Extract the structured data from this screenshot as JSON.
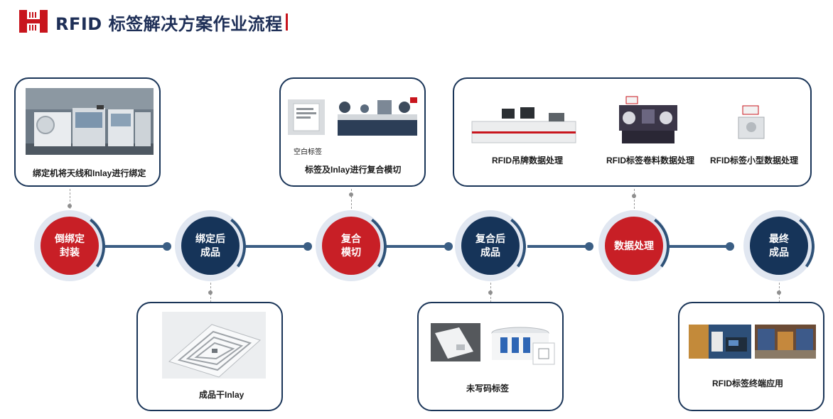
{
  "header": {
    "title": "RFID 标签解决方案作业流程",
    "brand_color": "#c8151d",
    "title_color": "#1e2f57"
  },
  "steps": [
    {
      "label": "倒绑定\n封装",
      "color": "red"
    },
    {
      "label": "绑定后\n成品",
      "color": "navy"
    },
    {
      "label": "复合\n模切",
      "color": "red"
    },
    {
      "label": "复合后\n成品",
      "color": "navy"
    },
    {
      "label": "数据处理",
      "color": "red"
    },
    {
      "label": "最终\n成品",
      "color": "navy"
    }
  ],
  "boxes": {
    "bind_machine": {
      "caption": "绑定机将天线和Inlay进行绑定"
    },
    "dry_inlay": {
      "caption": "成品干Inlay"
    },
    "die_cut": {
      "caption": "标签及Inlay进行复合模切",
      "sub_caption": "空白标签"
    },
    "unwritten": {
      "caption": "未写码标签"
    },
    "data_processing": {
      "captions": [
        "RFID吊牌数据处理",
        "RFID标签卷料数据处理",
        "RFID标签小型数据处理"
      ]
    },
    "final_app": {
      "caption": "RFID标签终端应用"
    }
  },
  "colors": {
    "red": "#c81f26",
    "navy": "#163459",
    "line": "#3b5e84",
    "border": "#1a3558"
  }
}
